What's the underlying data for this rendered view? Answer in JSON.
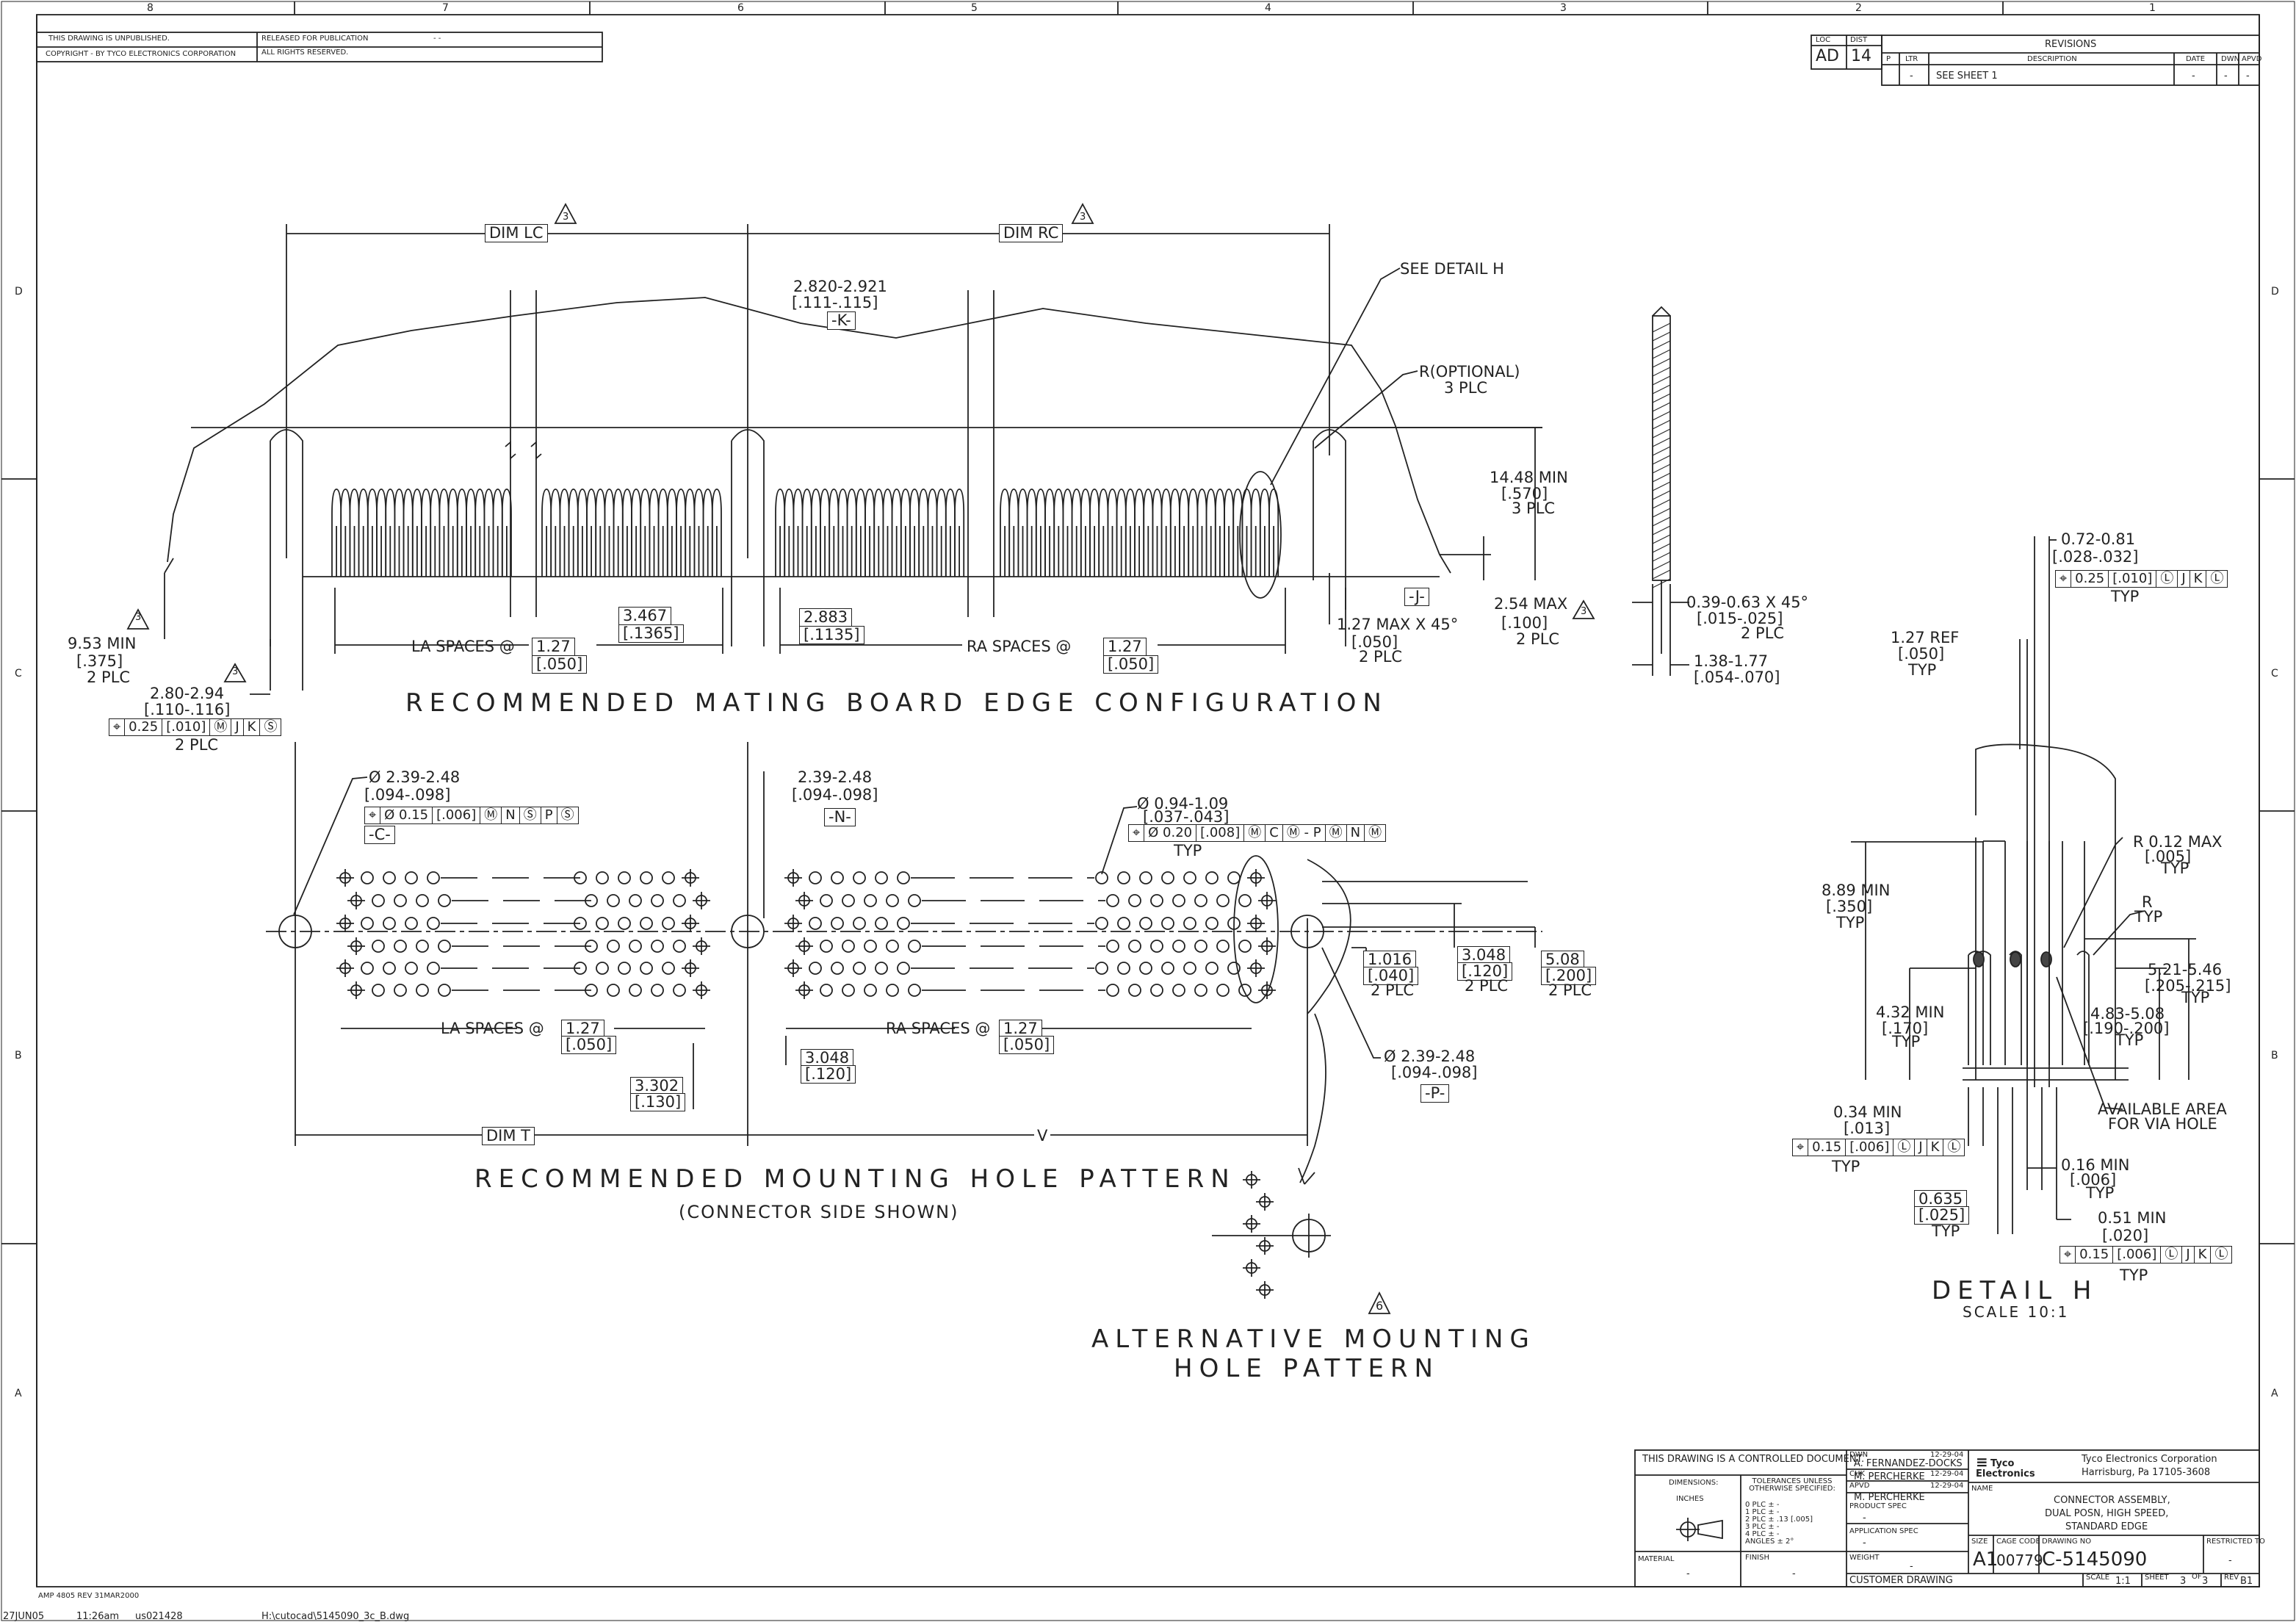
{
  "border": {
    "zones_top": [
      "8",
      "7",
      "6",
      "5",
      "4",
      "3",
      "2",
      "1"
    ],
    "zones_side": [
      "D",
      "C",
      "B",
      "A"
    ]
  },
  "header": {
    "unpublished": "THIS DRAWING IS UNPUBLISHED.",
    "copyright": "COPYRIGHT  -     BY TYCO ELECTRONICS CORPORATION",
    "released": "RELEASED FOR PUBLICATION",
    "rights": "ALL RIGHTS RESERVED.",
    "released_val": "-  -"
  },
  "revisions": {
    "loc_label": "LOC",
    "loc_value": "AD",
    "dist_label": "DIST",
    "dist_value": "14",
    "title": "REVISIONS",
    "col_p": "P",
    "col_ltr": "LTR",
    "col_desc": "DESCRIPTION",
    "col_date": "DATE",
    "col_dwn": "DWN",
    "col_apvd": "APVD",
    "row_ltr": "-",
    "row_desc": "SEE SHEET 1",
    "row_date": "-",
    "row_dwn": "-",
    "row_apvd": "-"
  },
  "mating": {
    "dim_lc": "DIM LC",
    "dim_rc": "DIM RC",
    "note3": "3",
    "k_dim1": "2.820-2.921",
    "k_dim2": "[.111-.115]",
    "k_datum": "-K-",
    "see_detail": "SEE DETAIL H",
    "r_optional1": "R(OPTIONAL)",
    "r_optional2": "3 PLC",
    "h_dim1": "14.48  MIN",
    "h_dim2": "[.570]",
    "h_dim3": "3 PLC",
    "j_datum": "-J-",
    "max1": "2.54  MAX",
    "max2": "[.100]",
    "max3": "2 PLC",
    "chamf1": "1.27 MAX X 45°",
    "chamf2": "[.050]",
    "chamf3": "2 PLC",
    "la_spaces": "LA SPACES @",
    "ra_spaces": "RA SPACES @",
    "pitch1": "1.27",
    "pitch2": "[.050]",
    "off1a": "3.467",
    "off1b": "[.1365]",
    "off2a": "2.883",
    "off2b": "[.1135]",
    "min_1": "9.53  MIN",
    "min_2": "[.375]",
    "min_3": "2 PLC",
    "w1": "2.80-2.94",
    "w2": "[.110-.116]",
    "w_plc": "2 PLC",
    "fcf": [
      "⌖",
      "0.25",
      "[.010]",
      "Ⓜ",
      "J",
      "K",
      "Ⓢ"
    ],
    "title": "RECOMMENDED  MATING  BOARD  EDGE  CONFIGURATION"
  },
  "side_view": {
    "ch1": "0.39-0.63 X 45°",
    "ch2": "[.015-.025]",
    "ch3": "2 PLC",
    "t1": "1.38-1.77",
    "t2": "[.054-.070]"
  },
  "mounting": {
    "dia1": "Ø 2.39-2.48",
    "dia2": "[.094-.098]",
    "fcf_c": [
      "⌖",
      "Ø 0.15",
      "[.006]",
      "Ⓜ",
      "N",
      "Ⓢ",
      "P",
      "Ⓢ"
    ],
    "c_datum": "-C-",
    "n1": "2.39-2.48",
    "n2": "[.094-.098]",
    "n_datum": "-N-",
    "hole1": "Ø 0.94-1.09",
    "hole2": "[.037-.043]",
    "fcf_h": [
      "⌖",
      "Ø 0.20",
      "[.008]",
      "Ⓜ",
      "C",
      "Ⓜ - P",
      "Ⓜ",
      "N",
      "Ⓜ"
    ],
    "typ": "TYP",
    "r1a": "1.016",
    "r1b": "[.040]",
    "r1c": "2 PLC",
    "r2a": "3.048",
    "r2b": "[.120]",
    "r2c": "2 PLC",
    "r3a": "5.08",
    "r3b": "[.200]",
    "r3c": "2 PLC",
    "la_spaces": "LA SPACES @",
    "ra_spaces": "RA SPACES @",
    "pitch1": "1.27",
    "pitch2": "[.050]",
    "b1a": "3.048",
    "b1b": "[.120]",
    "b2a": "3.302",
    "b2b": "[.130]",
    "p1": "Ø 2.39-2.48",
    "p2": "[.094-.098]",
    "p_datum": "-P-",
    "dim_t": "DIM T",
    "v": "V",
    "title": "RECOMMENDED  MOUNTING  HOLE  PATTERN",
    "subtitle": "(CONNECTOR SIDE SHOWN)"
  },
  "alt": {
    "note6": "6",
    "title1": "ALTERNATIVE  MOUNTING",
    "title2": "HOLE  PATTERN"
  },
  "detail_h": {
    "a1": "0.72-0.81",
    "a2": "[.028-.032]",
    "fcf_a": [
      "⌖",
      "0.25",
      "[.010]",
      "Ⓛ",
      "J",
      "K",
      "Ⓛ"
    ],
    "a_typ": "TYP",
    "ref1": "1.27  REF",
    "ref2": "[.050]",
    "ref3": "TYP",
    "r012_1": "R  0.12  MAX",
    "r012_2": "[.005]",
    "r012_3": "TYP",
    "r_1": "R",
    "r_2": "TYP",
    "m1": "8.89  MIN",
    "m2": "[.350]",
    "m3": "TYP",
    "d521a": "5.21-5.46",
    "d521b": "[.205-.215]",
    "d521c": "TYP",
    "d483a": "4.83-5.08",
    "d483b": "[.190-.200]",
    "d483c": "TYP",
    "d432a": "4.32  MIN",
    "d432b": "[.170]",
    "d432c": "TYP",
    "avail1": "AVAILABLE AREA",
    "avail2": "FOR VIA HOLE",
    "d034a": "0.34  MIN",
    "d034b": "[.013]",
    "fcf_b": [
      "⌖",
      "0.15",
      "[.006]",
      "Ⓛ",
      "J",
      "K",
      "Ⓛ"
    ],
    "b_typ": "TYP",
    "d016a": "0.16  MIN",
    "d016b": "[.006]",
    "d016c": "TYP",
    "d0635a": "0.635",
    "d0635b": "[.025]",
    "d0635c": "TYP",
    "d051a": "0.51  MIN",
    "d051b": "[.020]",
    "fcf_c": [
      "⌖",
      "0.15",
      "[.006]",
      "Ⓛ",
      "J",
      "K",
      "Ⓛ"
    ],
    "c_typ": "TYP",
    "title": "DETAIL  H",
    "scale": "SCALE  10:1"
  },
  "title_block": {
    "controlled": "THIS DRAWING IS A CONTROLLED DOCUMENT.",
    "dimensions": "DIMENSIONS:",
    "inches": "INCHES",
    "tolerances": "TOLERANCES UNLESS OTHERWISE SPECIFIED:",
    "tol_rows": [
      "0 PLC   ±  -",
      "1 PLC   ±  -",
      "2 PLC   ± .13 [.005]",
      "3 PLC   ±  -",
      "4 PLC   ±  -",
      "ANGLES   ± 2°"
    ],
    "material": "MATERIAL",
    "material_val": "-",
    "finish": "FINISH",
    "finish_val": "-",
    "dwn_label": "DWN",
    "dwn_date": "12-29-04",
    "dwn_name": "A. FERNANDEZ-DOCKS",
    "chk_label": "CHK",
    "chk_date": "12-29-04",
    "chk_name": "M. PERCHERKE",
    "apvd_label": "APVD",
    "apvd_date": "12-29-04",
    "apvd_name": "M. PERCHERKE",
    "product_spec": "PRODUCT SPEC",
    "product_val": "-",
    "application_spec": "APPLICATION SPEC",
    "application_val": "-",
    "weight": "WEIGHT",
    "weight_val": "-",
    "company1": "Tyco Electronics Corporation",
    "company2": "Harrisburg, Pa 17105-3608",
    "logo1": "Tyco",
    "logo2": "Electronics",
    "name_label": "NAME",
    "name1": "CONNECTOR ASSEMBLY,",
    "name2": "DUAL POSN, HIGH SPEED,",
    "name3": "STANDARD EDGE",
    "size_label": "SIZE",
    "size_val": "A1",
    "cage_label": "CAGE CODE",
    "cage_val": "00779",
    "dwg_label": "DRAWING NO",
    "dwg_val": "C-5145090",
    "restricted": "RESTRICTED TO",
    "restricted_val": "-",
    "customer": "CUSTOMER DRAWING",
    "scale_label": "SCALE",
    "scale_val": "1:1",
    "sheet_label": "SHEET",
    "sheet_val": "3",
    "of_label": "OF",
    "of_val": "3",
    "rev_label": "REV",
    "rev_val": "B1"
  },
  "footer": {
    "form": "AMP 4805 REV 31MAR2000",
    "date": "27JUN05",
    "time": "11:26am",
    "user": "us021428",
    "path": "H:\\cutocad\\5145090_3c_B.dwg"
  }
}
